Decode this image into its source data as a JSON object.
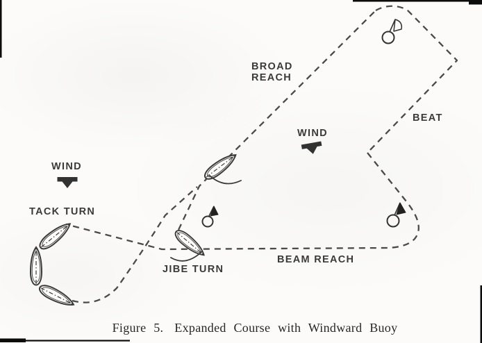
{
  "figure": {
    "caption": {
      "prefix": "Figure 5.",
      "title": "Expanded Course with Windward Buoy"
    },
    "labels": {
      "broad_reach_line1": "BROAD",
      "broad_reach_line2": "REACH",
      "beat": "BEAT",
      "beam_reach": "BEAM REACH",
      "tack_turn": "TACK TURN",
      "jibe_turn": "JIBE TURN",
      "wind_upper": "WIND",
      "wind_lower": "WIND"
    },
    "icons": {
      "buoys": [
        "windward-buoy",
        "jibe-mark-buoy",
        "leeward-mark-buoy"
      ],
      "sailboats": 5,
      "wind_arrows": 2
    },
    "colors": {
      "ink": "#3a3a3a",
      "dash": "#4a4a4a",
      "paper": "#fcfbf9"
    }
  }
}
